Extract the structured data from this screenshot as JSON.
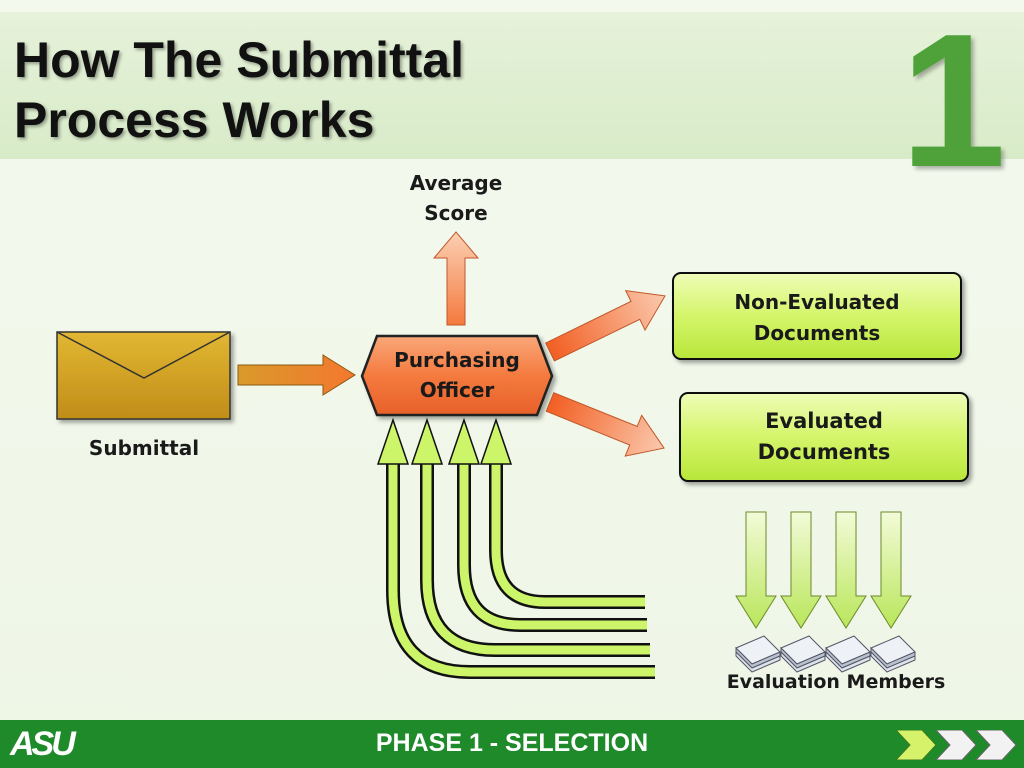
{
  "title": {
    "line1": "How The Submittal",
    "line2": "Process Works"
  },
  "phase_number": "1",
  "nodes": {
    "submittal": "Submittal",
    "average_score_line1": "Average",
    "average_score_line2": "Score",
    "purchasing_line1": "Purchasing",
    "purchasing_line2": "Officer",
    "non_evaluated_line1": "Non-Evaluated",
    "non_evaluated_line2": "Documents",
    "evaluated_line1": "Evaluated",
    "evaluated_line2": "Documents",
    "evaluation_members": "Evaluation Members"
  },
  "footer": {
    "logo": "ASU",
    "phase_label": "PHASE 1 - SELECTION"
  },
  "colors": {
    "header_accent": "#4fa23a",
    "footer_bg": "#1f8a2a",
    "orange_node": "#f47a3e",
    "green_box": "#d4f56a"
  }
}
